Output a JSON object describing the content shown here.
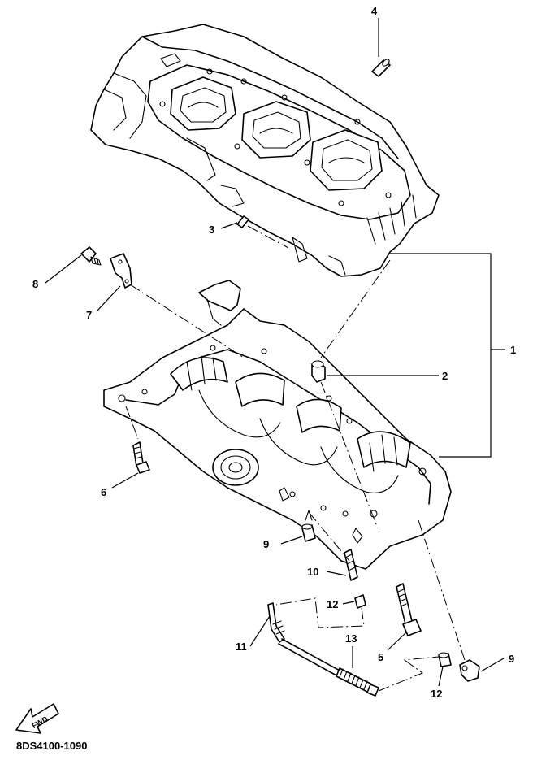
{
  "diagram_code": "8DS4100-1090",
  "fwd_label": "FWD",
  "callouts": [
    {
      "id": "c1",
      "label": "1"
    },
    {
      "id": "c2",
      "label": "2"
    },
    {
      "id": "c3",
      "label": "3"
    },
    {
      "id": "c4",
      "label": "4"
    },
    {
      "id": "c5",
      "label": "5"
    },
    {
      "id": "c6",
      "label": "6"
    },
    {
      "id": "c7",
      "label": "7"
    },
    {
      "id": "c8",
      "label": "8"
    },
    {
      "id": "c9a",
      "label": "9"
    },
    {
      "id": "c9b",
      "label": "9"
    },
    {
      "id": "c10",
      "label": "10"
    },
    {
      "id": "c11",
      "label": "11"
    },
    {
      "id": "c12a",
      "label": "12"
    },
    {
      "id": "c12b",
      "label": "12"
    },
    {
      "id": "c13",
      "label": "13"
    }
  ]
}
